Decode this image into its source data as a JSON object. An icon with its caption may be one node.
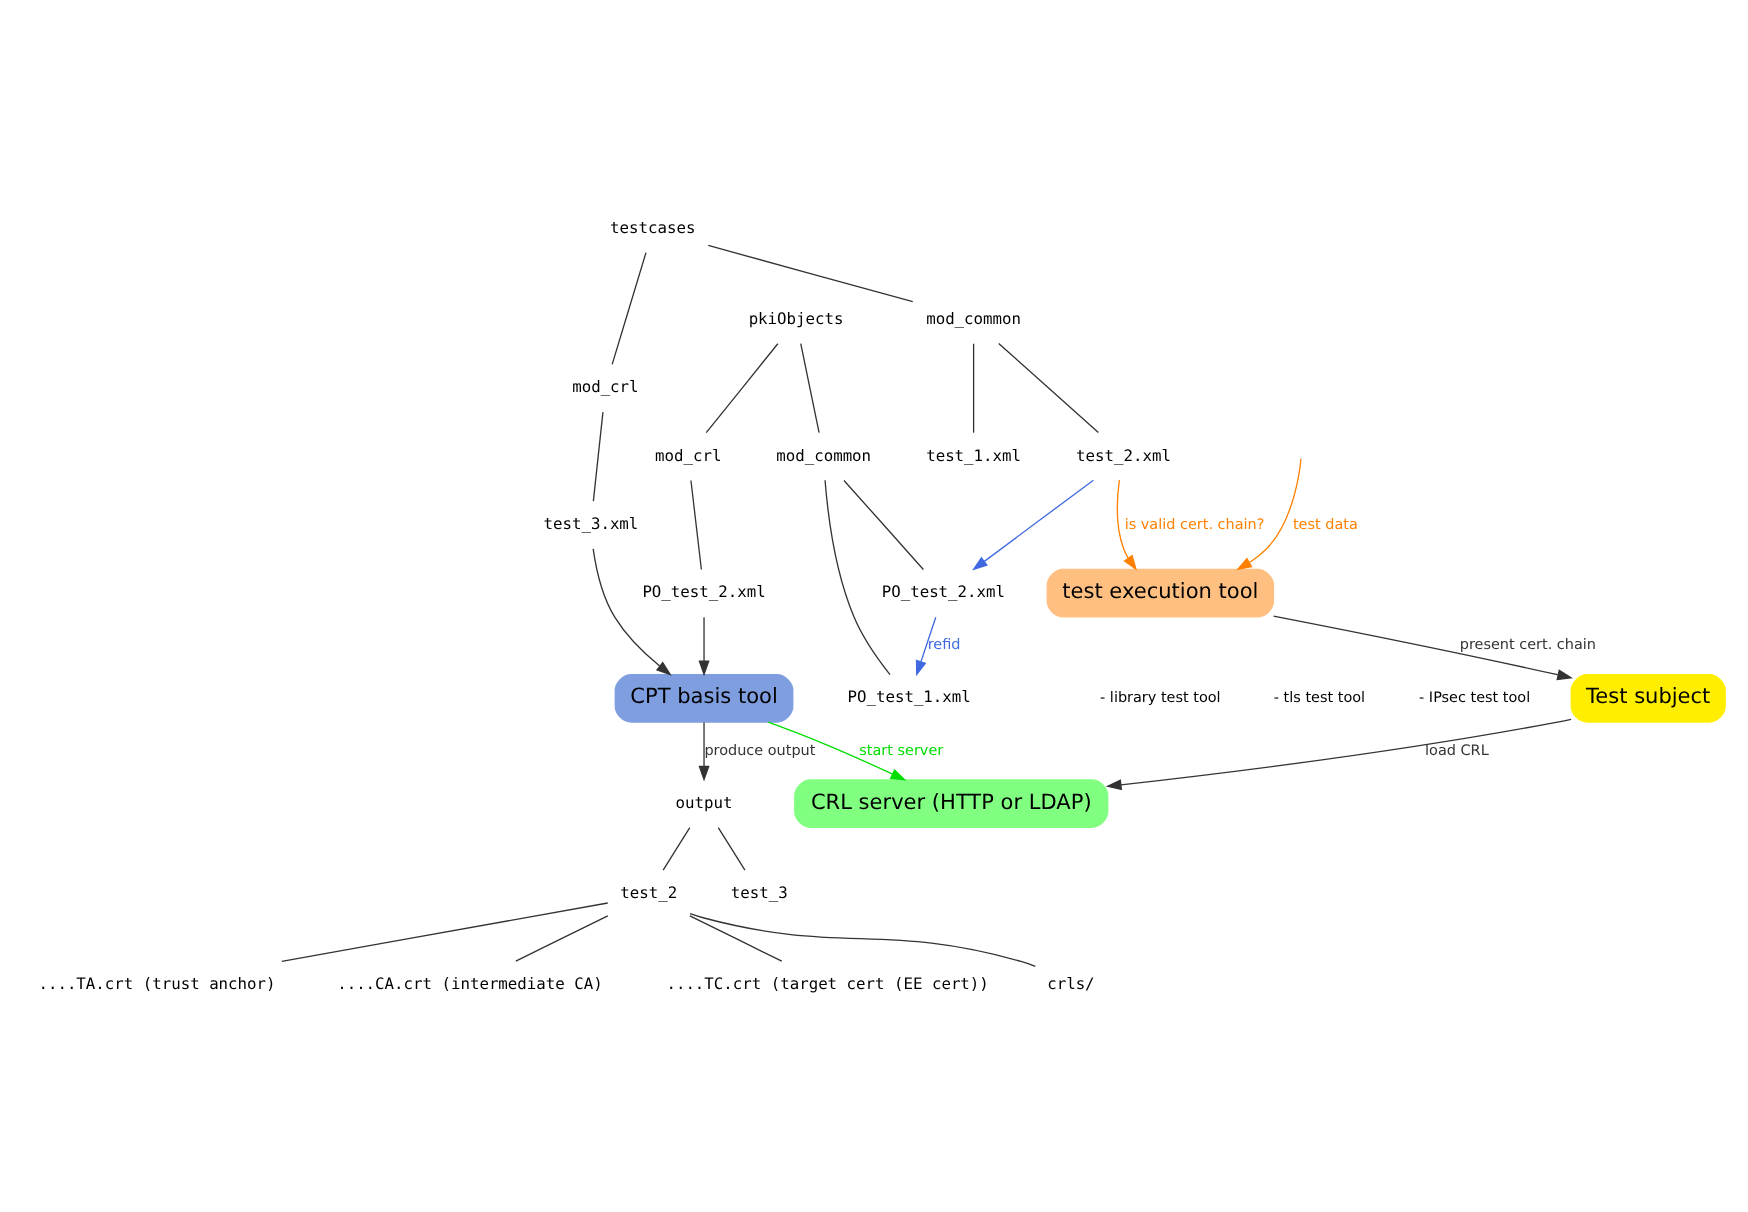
{
  "diagram": {
    "nodes": [
      {
        "text": [
          "testcases"
        ]
      },
      {
        "text": [
          "mod_common"
        ]
      },
      {
        "text": [
          "test_1.xml"
        ]
      },
      {
        "text": [
          "test_2.xml"
        ]
      },
      {
        "text": [
          "mod_crl"
        ]
      },
      {
        "text": [
          "test_3.xml"
        ]
      },
      {
        "text": [
          "pkiObjects"
        ]
      },
      {
        "text": [
          "mod_common"
        ]
      },
      {
        "text": [
          "PO_test_1.xml"
        ]
      },
      {
        "text": [
          "PO_test_2.xml"
        ]
      },
      {
        "text": [
          "mod_crl"
        ]
      },
      {
        "text": [
          "PO_test_2.xml"
        ]
      },
      {
        "text": [
          "CPT basis tool"
        ]
      },
      {
        "text": [
          "CRL server (HTTP or LDAP)"
        ]
      },
      {
        "text": [
          "output"
        ]
      },
      {
        "text": [
          "test_2"
        ]
      },
      {
        "text": [
          "....TA.crt (trust anchor)"
        ]
      },
      {
        "text": [
          "....CA.crt (intermediate CA)"
        ]
      },
      {
        "text": [
          "....TC.crt (target cert (EE cert))"
        ]
      },
      {
        "text": [
          "crls/"
        ]
      },
      {
        "text": [
          "test_3"
        ]
      },
      {
        "text": [
          "test execution tool"
        ],
        "beside": [
          "- library test tool",
          "- tls test tool",
          "- IPsec test tool"
        ]
      },
      {
        "text": [
          "Test subject"
        ]
      }
    ],
    "edges": [
      {
        "from": 0,
        "to": 1,
        "arrow": "none"
      },
      {
        "from": 1,
        "to": 2,
        "arrow": "none"
      },
      {
        "from": 1,
        "to": 3,
        "arrow": "none"
      },
      {
        "from": 0,
        "to": 4,
        "arrow": "none"
      },
      {
        "from": 4,
        "to": 5,
        "arrow": "none"
      },
      {
        "from": 6,
        "to": 7,
        "arrow": "none"
      },
      {
        "from": 7,
        "to": 8,
        "arrow": "none"
      },
      {
        "from": 7,
        "to": 9,
        "arrow": "none"
      },
      {
        "from": 6,
        "to": 10,
        "arrow": "none"
      },
      {
        "from": 10,
        "to": 11,
        "arrow": "none"
      },
      {
        "from": 3,
        "to": 9,
        "arrow": "to",
        "color": "#4169e1"
      },
      {
        "from": 9,
        "to": 8,
        "arrow": "to",
        "label": "refid",
        "color": "#4169e1"
      },
      {
        "from": 5,
        "to": 12,
        "arrow": "to"
      },
      {
        "from": 11,
        "to": 12,
        "arrow": "to"
      },
      {
        "from": 12,
        "to": 14,
        "arrow": "to",
        "label": "produce output"
      },
      {
        "from": 12,
        "to": 13,
        "arrow": "to",
        "label": "start server",
        "color": "#00dd00"
      },
      {
        "from": 3,
        "to": 21,
        "arrow": "to",
        "label": "is valid cert. chain?",
        "color": "#ff8000"
      },
      {
        "from": 14,
        "to": 15,
        "arrow": "none"
      },
      {
        "from": 15,
        "to": 16,
        "arrow": "none"
      },
      {
        "from": 15,
        "to": 17,
        "arrow": "none"
      },
      {
        "from": 15,
        "to": 18,
        "arrow": "none"
      },
      {
        "from": 15,
        "to": 19,
        "arrow": "none"
      },
      {
        "from": 14,
        "to": 20,
        "arrow": "none"
      },
      {
        "from": null,
        "to": 21,
        "arrow": "to",
        "label": "test data",
        "color": "#ff8000"
      },
      {
        "from": 21,
        "to": 22,
        "arrow": "to",
        "label": "present cert. chain"
      },
      {
        "from": 22,
        "to": 13,
        "arrow": "to",
        "label": "load CRL"
      }
    ]
  }
}
